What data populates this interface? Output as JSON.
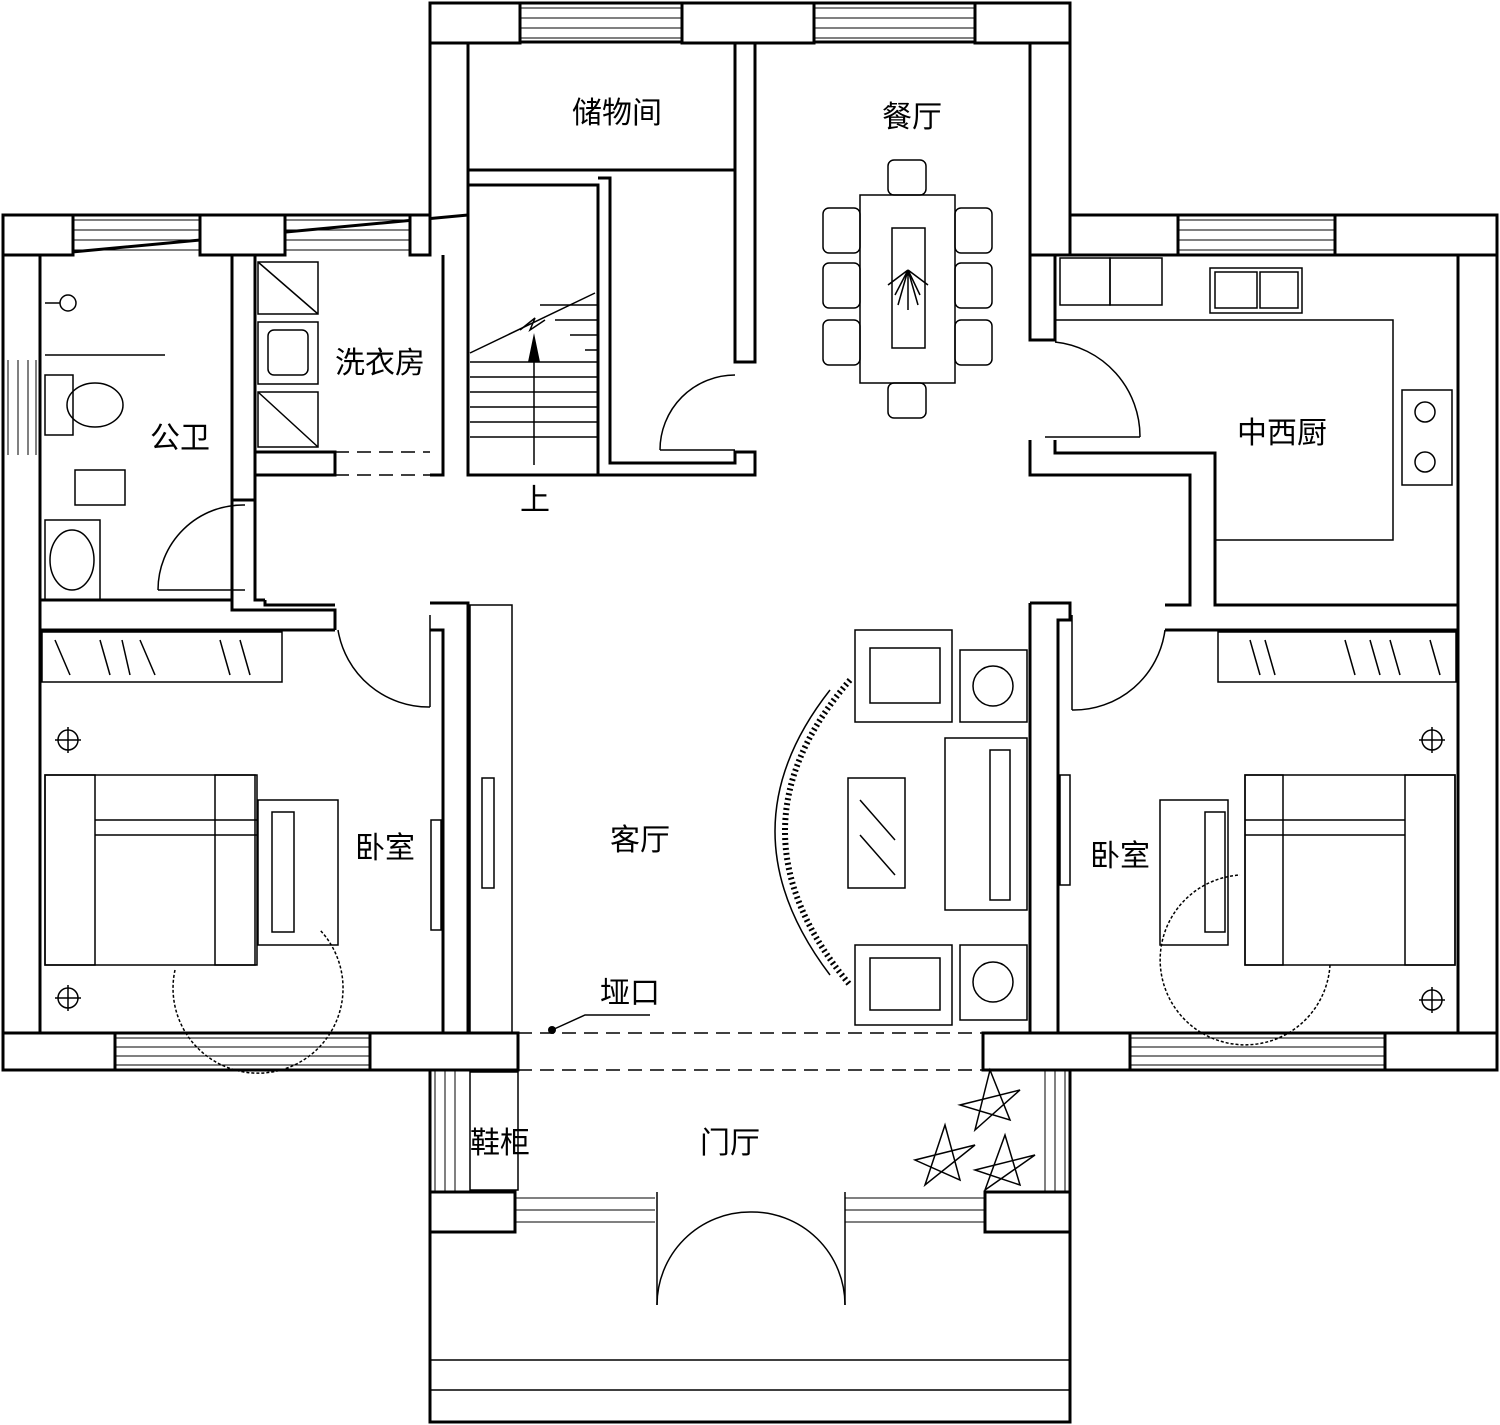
{
  "rooms": {
    "storage": "储物间",
    "dining": "餐厅",
    "laundry": "洗衣房",
    "bathroom": "公卫",
    "kitchen": "中西厨",
    "stair_up": "上",
    "bedroom_left": "卧室",
    "living": "客厅",
    "bedroom_right": "卧室",
    "threshold": "垭口",
    "shoe_cabinet": "鞋柜",
    "foyer": "门厅"
  },
  "icons": [
    "window-icon",
    "door-swing-icon",
    "toilet-icon",
    "sink-icon",
    "stove-icon",
    "bed-icon",
    "sofa-icon",
    "dining-table-icon",
    "plant-icon",
    "stair-arrow-icon",
    "lamp-icon"
  ]
}
